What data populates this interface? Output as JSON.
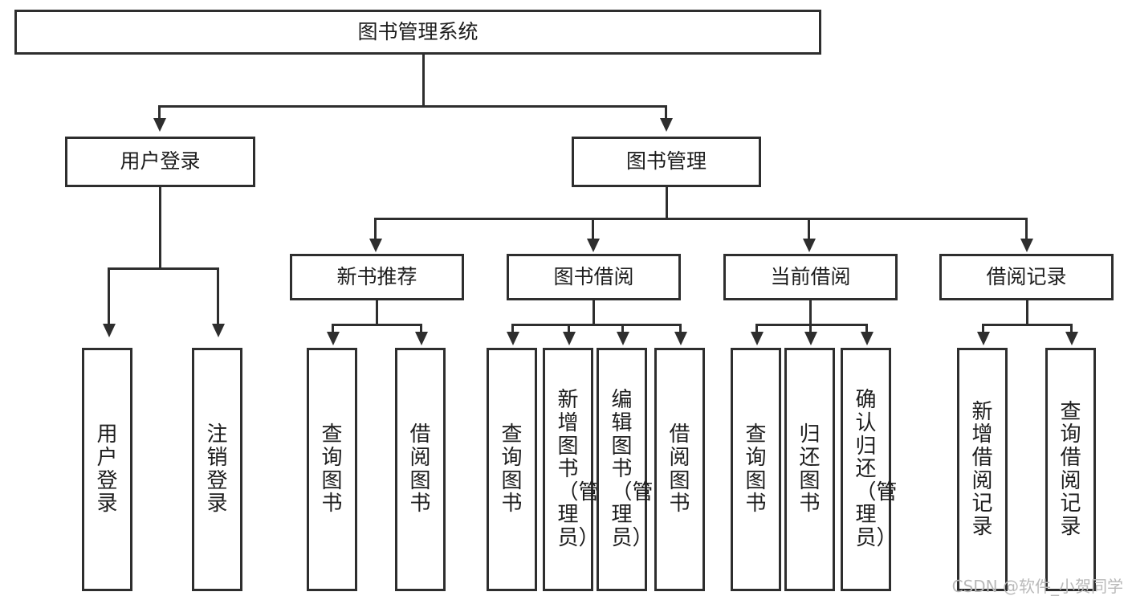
{
  "diagram": {
    "type": "tree",
    "title": "图书管理系统",
    "watermark": "CSDN @软件_小贺同学",
    "colors": {
      "stroke": "#2e2e2e",
      "fill": "#ffffff",
      "text": "#1d1d1d",
      "watermark": "#b9b9b9"
    },
    "root": {
      "label": "图书管理系统"
    },
    "level2": [
      {
        "label": "用户登录"
      },
      {
        "label": "图书管理"
      }
    ],
    "level3": [
      {
        "label": "新书推荐"
      },
      {
        "label": "图书借阅"
      },
      {
        "label": "当前借阅"
      },
      {
        "label": "借阅记录"
      }
    ],
    "leaves": {
      "user_login": [
        {
          "label": "用户登录"
        },
        {
          "label": "注销登录"
        }
      ],
      "new_book": [
        {
          "label": "查询图书"
        },
        {
          "label": "借阅图书"
        }
      ],
      "book_borrow": [
        {
          "label": "查询图书"
        },
        {
          "label": "新增图书（管理员）"
        },
        {
          "label": "编辑图书（管理员）"
        },
        {
          "label": "借阅图书"
        }
      ],
      "current_borrow": [
        {
          "label": "查询图书"
        },
        {
          "label": "归还图书"
        },
        {
          "label": "确认归还（管理员）"
        }
      ],
      "borrow_record": [
        {
          "label": "新增借阅记录"
        },
        {
          "label": "查询借阅记录"
        }
      ]
    }
  }
}
